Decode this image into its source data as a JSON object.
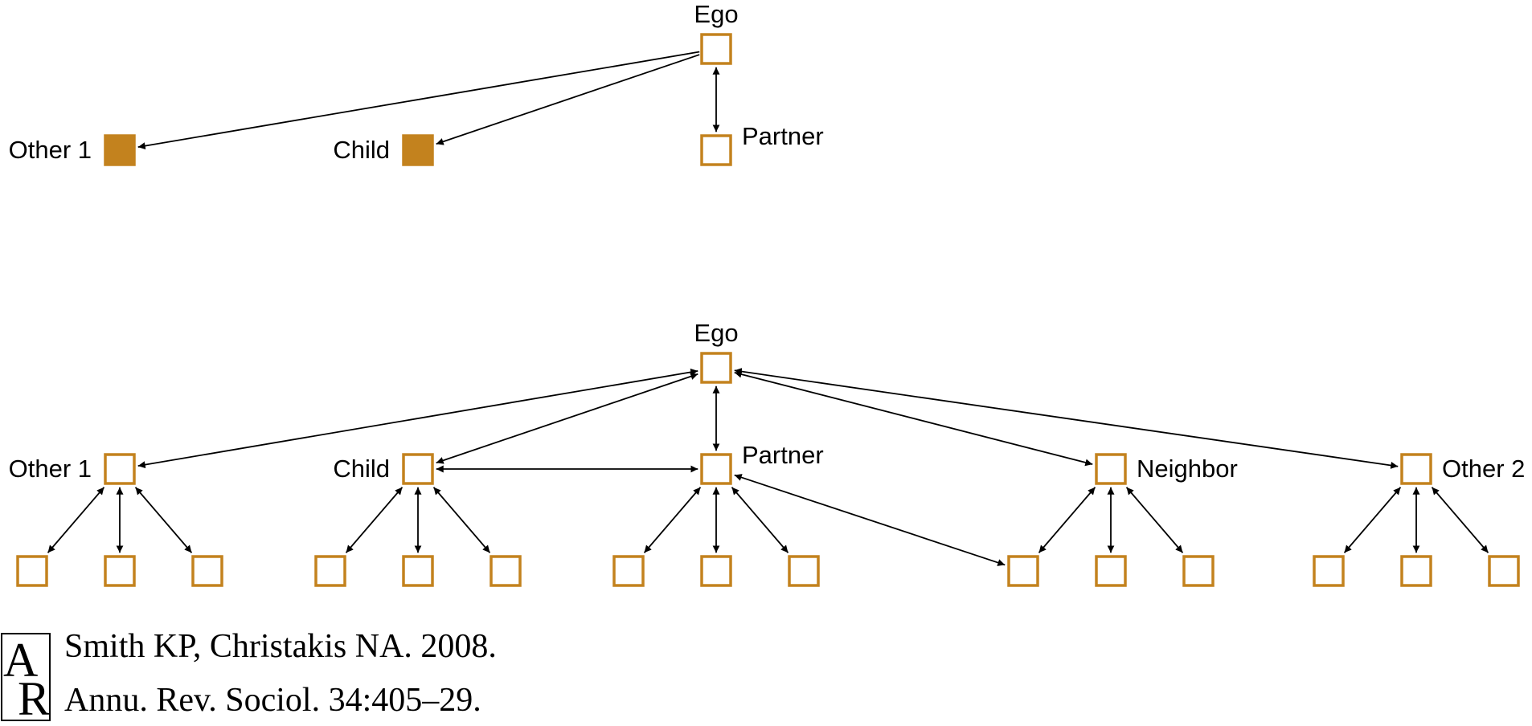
{
  "colors": {
    "node": "#C3821E",
    "edge": "#000000",
    "text": "#000000"
  },
  "panels": [
    {
      "nodes": [
        {
          "id": "ego",
          "label": "Ego",
          "filled": false
        },
        {
          "id": "other1",
          "label": "Other 1",
          "filled": true
        },
        {
          "id": "child",
          "label": "Child",
          "filled": true
        },
        {
          "id": "partner",
          "label": "Partner",
          "filled": false
        }
      ],
      "edges": [
        {
          "from": "ego",
          "to": "other1",
          "directed": "forward"
        },
        {
          "from": "ego",
          "to": "child",
          "directed": "forward"
        },
        {
          "from": "ego",
          "to": "partner",
          "directed": "both"
        }
      ]
    },
    {
      "nodes": [
        {
          "id": "ego",
          "label": "Ego"
        },
        {
          "id": "other1",
          "label": "Other 1"
        },
        {
          "id": "child",
          "label": "Child"
        },
        {
          "id": "partner",
          "label": "Partner"
        },
        {
          "id": "neighbor",
          "label": "Neighbor"
        },
        {
          "id": "other2",
          "label": "Other 2"
        },
        {
          "id": "o1a",
          "label": ""
        },
        {
          "id": "o1b",
          "label": ""
        },
        {
          "id": "o1c",
          "label": ""
        },
        {
          "id": "cha",
          "label": ""
        },
        {
          "id": "chb",
          "label": ""
        },
        {
          "id": "chc",
          "label": ""
        },
        {
          "id": "pa",
          "label": ""
        },
        {
          "id": "pb",
          "label": ""
        },
        {
          "id": "pc",
          "label": ""
        },
        {
          "id": "na",
          "label": ""
        },
        {
          "id": "nb",
          "label": ""
        },
        {
          "id": "nc",
          "label": ""
        },
        {
          "id": "o2a",
          "label": ""
        },
        {
          "id": "o2b",
          "label": ""
        },
        {
          "id": "o2c",
          "label": ""
        }
      ],
      "edges": [
        {
          "from": "ego",
          "to": "other1",
          "directed": "both"
        },
        {
          "from": "ego",
          "to": "child",
          "directed": "both"
        },
        {
          "from": "ego",
          "to": "partner",
          "directed": "both"
        },
        {
          "from": "ego",
          "to": "neighbor",
          "directed": "both"
        },
        {
          "from": "ego",
          "to": "other2",
          "directed": "both"
        },
        {
          "from": "child",
          "to": "partner",
          "directed": "both"
        },
        {
          "from": "partner",
          "to": "na",
          "directed": "both"
        },
        {
          "from": "other1",
          "to": "o1a",
          "directed": "both"
        },
        {
          "from": "other1",
          "to": "o1b",
          "directed": "both"
        },
        {
          "from": "other1",
          "to": "o1c",
          "directed": "both"
        },
        {
          "from": "child",
          "to": "cha",
          "directed": "both"
        },
        {
          "from": "child",
          "to": "chb",
          "directed": "both"
        },
        {
          "from": "child",
          "to": "chc",
          "directed": "both"
        },
        {
          "from": "partner",
          "to": "pa",
          "directed": "both"
        },
        {
          "from": "partner",
          "to": "pb",
          "directed": "both"
        },
        {
          "from": "partner",
          "to": "pc",
          "directed": "both"
        },
        {
          "from": "neighbor",
          "to": "na",
          "directed": "both"
        },
        {
          "from": "neighbor",
          "to": "nb",
          "directed": "both"
        },
        {
          "from": "neighbor",
          "to": "nc",
          "directed": "both"
        },
        {
          "from": "other2",
          "to": "o2a",
          "directed": "both"
        },
        {
          "from": "other2",
          "to": "o2b",
          "directed": "both"
        },
        {
          "from": "other2",
          "to": "o2c",
          "directed": "both"
        }
      ]
    }
  ],
  "citation": {
    "logo_letters": "AR",
    "line1": "Smith KP, Christakis NA. 2008.",
    "line2": "Annu. Rev. Sociol. 34:405–29."
  }
}
